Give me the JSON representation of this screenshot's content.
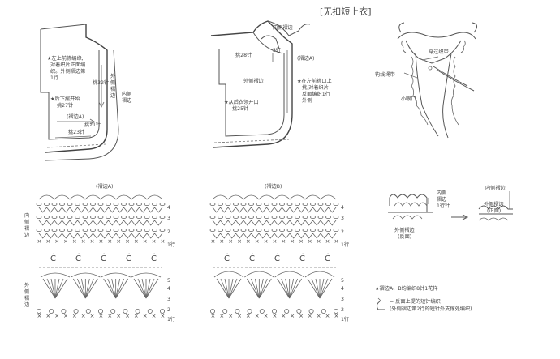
{
  "title": "[无扣短上衣]",
  "fig1": {
    "note_top": [
      "★左上前襟编缘,",
      "对着织片正面编",
      "织。外侧褶边第",
      "1行"
    ],
    "label_32": "挑32针",
    "label_outer": [
      "外",
      "侧",
      "褶",
      "边"
    ],
    "label_inner": [
      "内侧",
      "褶边"
    ],
    "note_hem": [
      "★后下摆开始",
      "挑27针"
    ],
    "label_edgeA": "(褶边A)",
    "label_21": "挑21针",
    "label_23": "挑23针"
  },
  "fig2": {
    "inner": "内侧褶边",
    "label_28": "挑28针",
    "row3": "3行",
    "edgeA": "(褶边A)",
    "outer": "外侧褶边",
    "note_right": [
      "★在左前襟口上",
      "挑,对着织片",
      "反面编织1行",
      "外侧"
    ],
    "note_back": [
      "★从后衣领开口",
      "挑25针"
    ]
  },
  "fig3": {
    "passthrough": "穿过织带",
    "threadchain": "钩线绳带",
    "smallhole": "小眼口"
  },
  "chartA": {
    "title": "(褶边A)",
    "inner": [
      "内",
      "侧",
      "褶",
      "边"
    ],
    "outer": [
      "外",
      "侧",
      "褶",
      "边"
    ],
    "rows": [
      "4",
      "3",
      "2",
      "1行",
      "5",
      "4",
      "3",
      "2",
      "1行"
    ]
  },
  "chartB": {
    "title": "(褶边B)",
    "rows": [
      "4",
      "3",
      "2",
      "1行",
      "5",
      "4",
      "3",
      "2",
      "1行"
    ]
  },
  "fig4": {
    "inner_left": [
      "内侧",
      "褶边",
      "1行针"
    ],
    "outer_left": [
      "外侧褶边",
      "(反面)"
    ],
    "inner_right": "内侧褶边",
    "outer_right": [
      "外侧褶边",
      "(正面)"
    ]
  },
  "legend": {
    "star_note": "★褶边A、B均编织8针1花样",
    "sym_note1": "= 反面上提的短针编织",
    "sym_note2": "(外侧褶边第2行的短针外支撑处编织)"
  }
}
